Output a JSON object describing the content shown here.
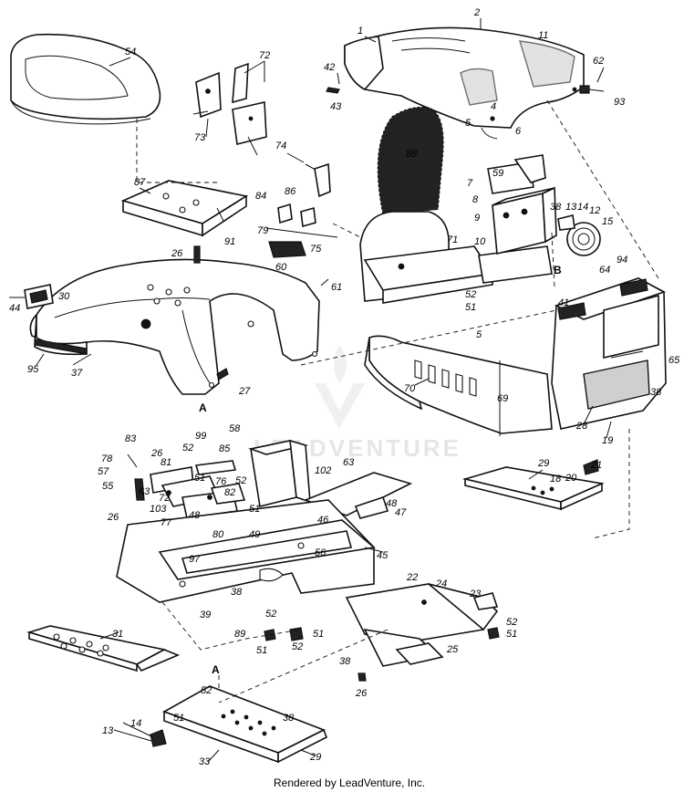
{
  "watermark": "LEADVENTURE",
  "footer": "Rendered by LeadVenture, Inc.",
  "callouts": [
    "1",
    "2",
    "11",
    "42",
    "43",
    "62",
    "93",
    "4",
    "5",
    "6",
    "54",
    "72",
    "73",
    "88",
    "74",
    "59",
    "7",
    "8",
    "9",
    "38",
    "13",
    "14",
    "12",
    "15",
    "87",
    "91",
    "84",
    "86",
    "79",
    "75",
    "60",
    "71",
    "10",
    "26",
    "30",
    "44",
    "61",
    "52",
    "51",
    "64",
    "94",
    "41",
    "B",
    "5",
    "65",
    "95",
    "37",
    "27",
    "A",
    "70",
    "69",
    "38",
    "28",
    "19",
    "83",
    "78",
    "57",
    "26",
    "81",
    "52",
    "99",
    "58",
    "85",
    "102",
    "63",
    "55",
    "51",
    "76",
    "82",
    "52",
    "63",
    "72",
    "103",
    "48",
    "77",
    "51",
    "26",
    "80",
    "49",
    "48",
    "47",
    "46",
    "29",
    "18",
    "20",
    "21",
    "97",
    "56",
    "45",
    "22",
    "24",
    "23",
    "52",
    "51",
    "38",
    "39",
    "89",
    "52",
    "51",
    "51",
    "52",
    "25",
    "38",
    "26",
    "31",
    "A",
    "52",
    "51",
    "38",
    "14",
    "13",
    "33",
    "29"
  ]
}
